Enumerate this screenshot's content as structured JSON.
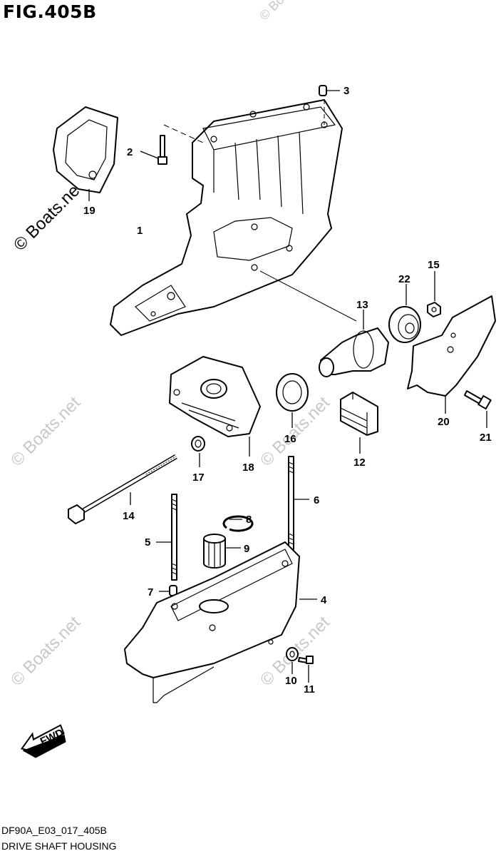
{
  "figure": {
    "title": "FIG.405B",
    "code": "DF90A_E03_017_405B",
    "name": "DRIVE SHAFT HOUSING",
    "fwd_label": "FWD"
  },
  "watermark": "© Boats.net",
  "callouts": [
    "1",
    "2",
    "3",
    "4",
    "5",
    "6",
    "7",
    "8",
    "9",
    "10",
    "11",
    "12",
    "13",
    "14",
    "15",
    "16",
    "17",
    "18",
    "19",
    "20",
    "21",
    "22"
  ]
}
